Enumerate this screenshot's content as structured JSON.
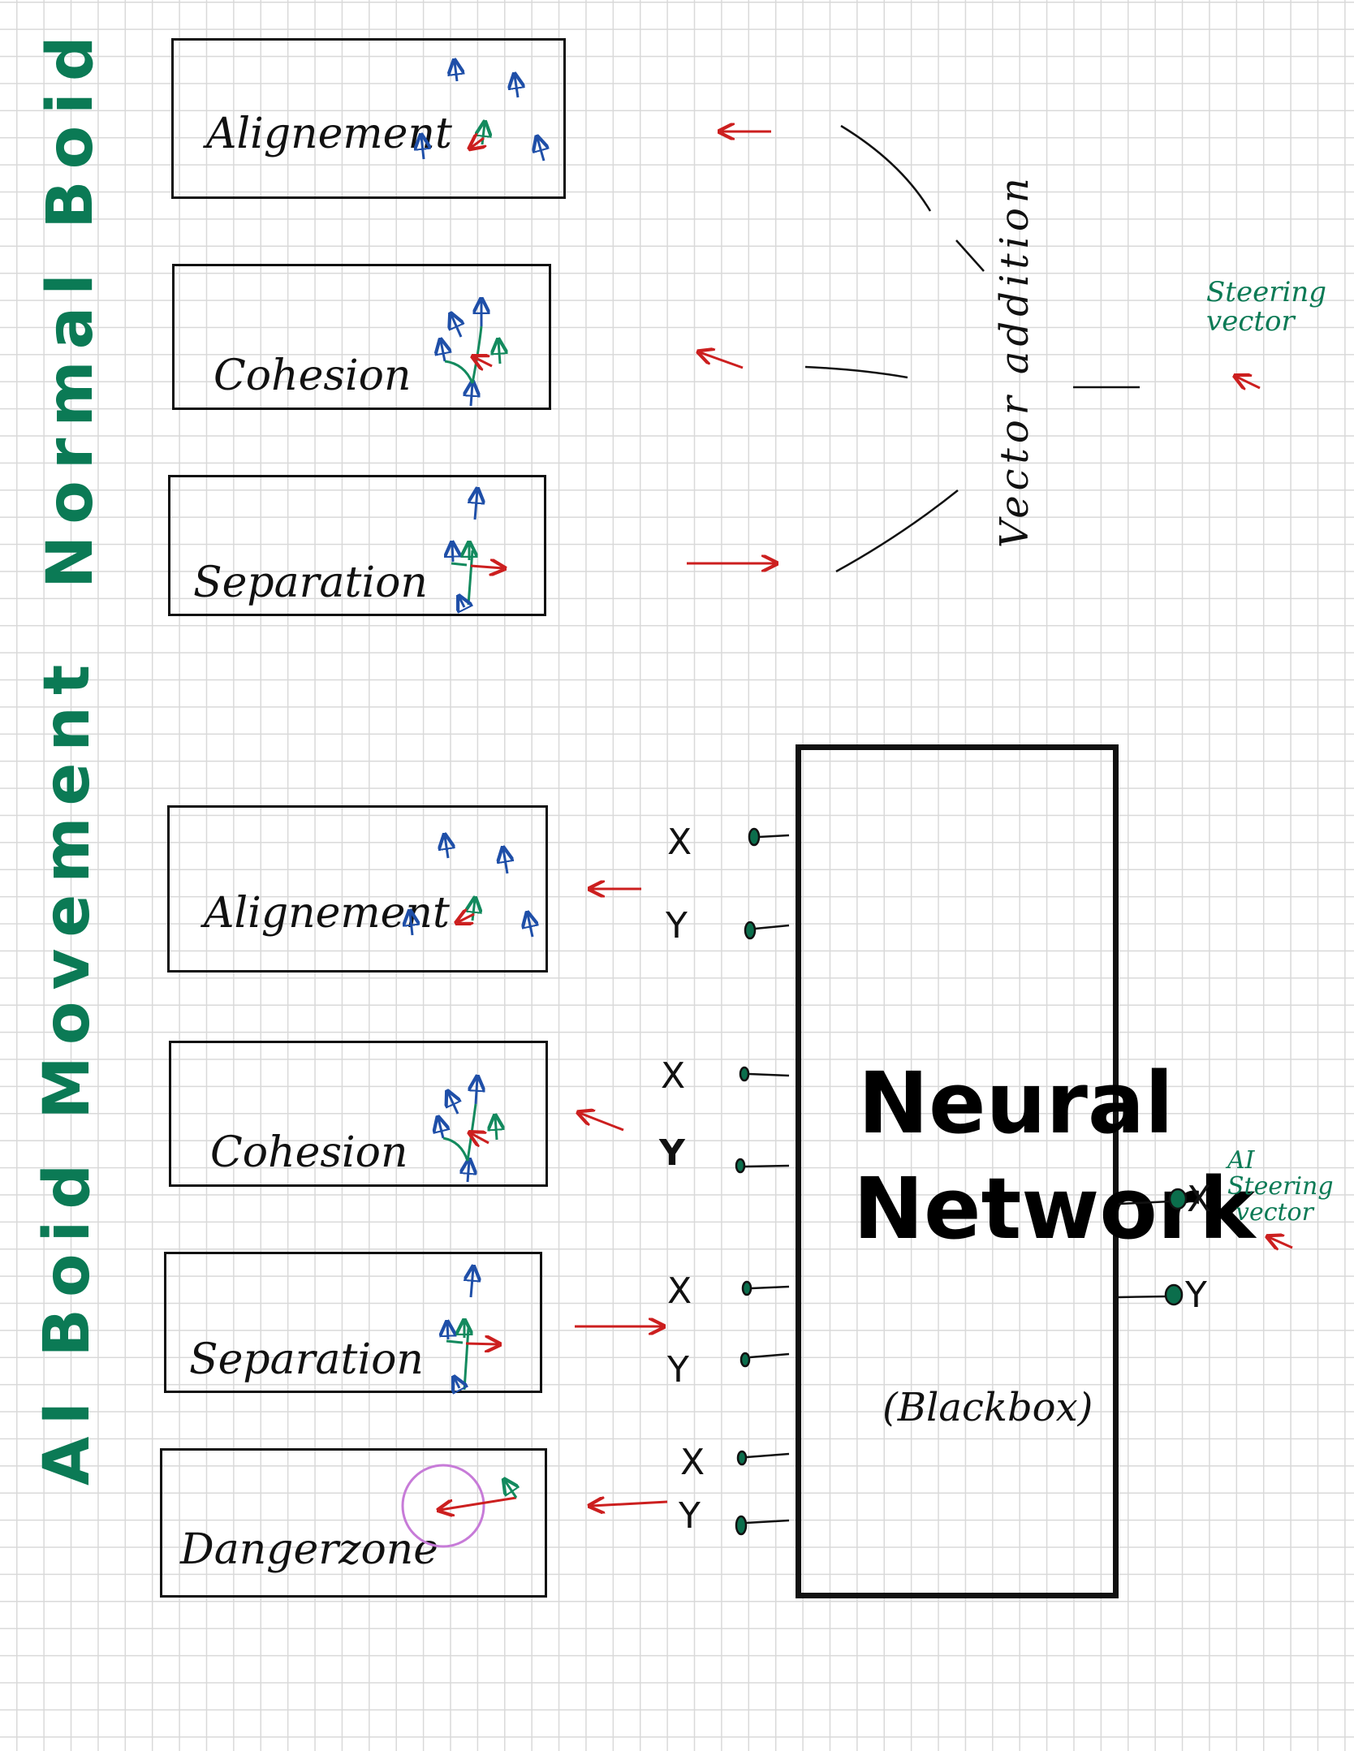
{
  "top_section": {
    "title": "Normal Boid Movement",
    "boxes": [
      "Alignement",
      "Cohesion",
      "Separation"
    ],
    "combiner_label": "Vector addition",
    "output_label_line1": "Steering",
    "output_label_line2": "vector"
  },
  "bottom_section": {
    "title": "AI Boid Movement",
    "boxes": [
      "Alignement",
      "Cohesion",
      "Separation",
      "Dangerzone"
    ],
    "input_labels": [
      {
        "x": "X",
        "y": "Y"
      },
      {
        "x": "X",
        "y": "Y"
      },
      {
        "x": "X",
        "y": "Y"
      },
      {
        "x": "X",
        "y": "Y"
      }
    ],
    "network_title_line1": "Neural",
    "network_title_line2": "Network",
    "network_subtitle": "(Blackbox)",
    "outputs": {
      "x": "X",
      "y": "Y"
    },
    "output_label_line1": "AI Steering",
    "output_label_line2": "vector"
  },
  "colors": {
    "grid": "#d9d9d9",
    "title_green": "#0b7a55",
    "arrow_red": "#cc1f1f",
    "arrow_blue": "#1f4fa8",
    "arrow_green": "#138a5e",
    "danger_circle": "#c77bd8"
  }
}
